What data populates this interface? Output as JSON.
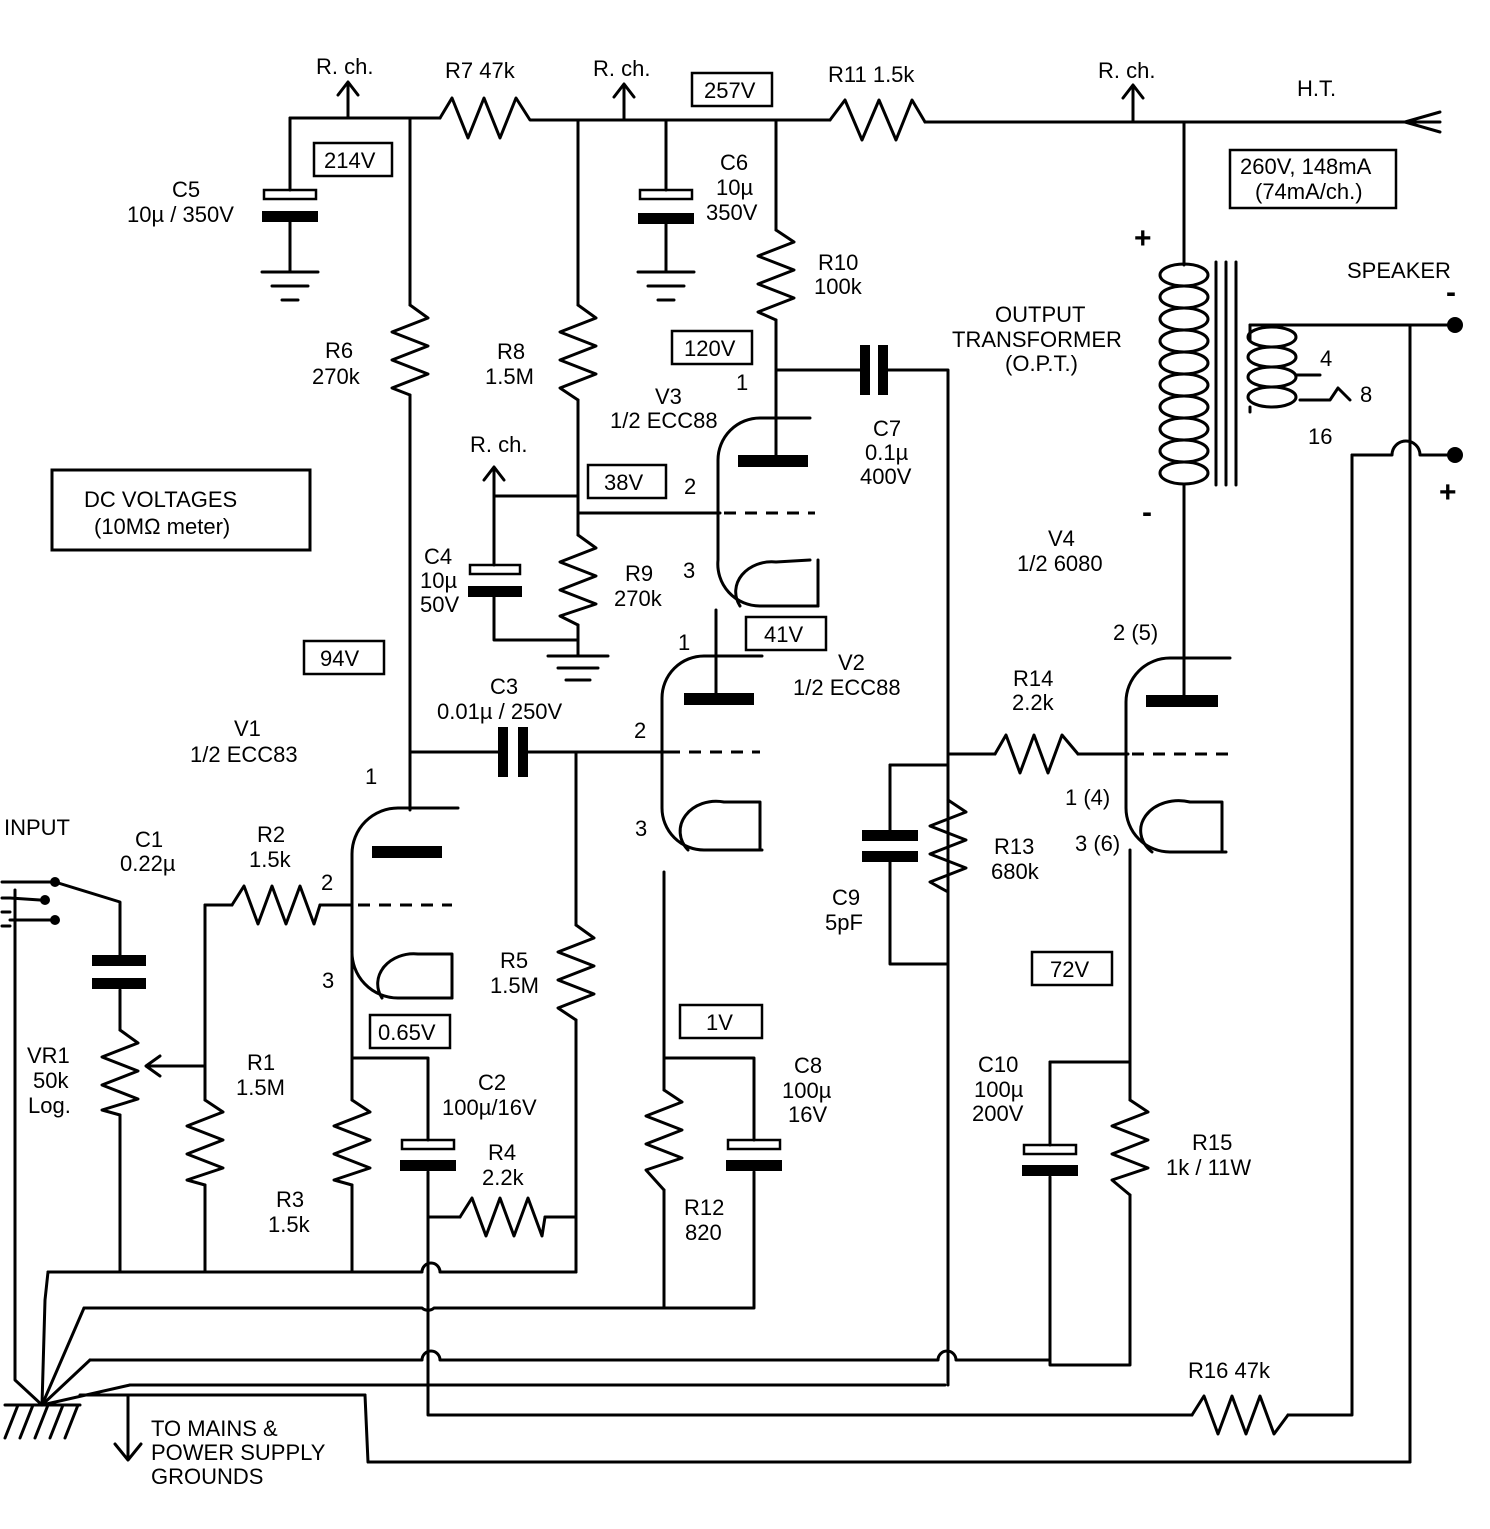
{
  "labels": {
    "rch1": "R. ch.",
    "rch2": "R. ch.",
    "rch3": "R. ch.",
    "rch4": "R. ch.",
    "ht": "H.T.",
    "r7": "R7  47k",
    "r11": "R11  1.5k",
    "c5_name": "C5",
    "c5_val": "10µ / 350V",
    "c6_name": "C6",
    "c6_val1": "10µ",
    "c6_val2": "350V",
    "r10_name": "R10",
    "r10_val": "100k",
    "r6_name": "R6",
    "r6_val": "270k",
    "r8_name": "R8",
    "r8_val": "1.5M",
    "v3_name": "V3",
    "v3_type": "1/2 ECC88",
    "c7_name": "C7",
    "c7_val1": "0.1µ",
    "c7_val2": "400V",
    "opt1": "OUTPUT",
    "opt2": "TRANSFORMER",
    "opt3": "(O.P.T.)",
    "speaker": "SPEAKER",
    "tap4": "4",
    "tap8": "8",
    "tap16": "16",
    "dc_title": "DC VOLTAGES",
    "dc_sub": "(10MΩ meter)",
    "c4_name": "C4",
    "c4_val1": "10µ",
    "c4_val2": "50V",
    "r9_name": "R9",
    "r9_val": "270k",
    "v4_name": "V4",
    "v4_type": "1/2 6080",
    "v2_name": "V2",
    "v2_type": "1/2 ECC88",
    "c3_name": "C3",
    "c3_val": "0.01µ / 250V",
    "v1_name": "V1",
    "v1_type": "1/2 ECC83",
    "r14_name": "R14",
    "r14_val": "2.2k",
    "input": "INPUT",
    "c1_name": "C1",
    "c1_val": "0.22µ",
    "r2_name": "R2",
    "r2_val": "1.5k",
    "r13_name": "R13",
    "r13_val": "680k",
    "c9_name": "C9",
    "c9_val": "5pF",
    "r5_name": "R5",
    "r5_val": "1.5M",
    "vr1_name": "VR1",
    "vr1_val": "50k",
    "vr1_taper": "Log.",
    "r1_name": "R1",
    "r1_val": "1.5M",
    "c2_name": "C2",
    "c2_val": "100µ/16V",
    "c8_name": "C8",
    "c8_val1": "100µ",
    "c8_val2": "16V",
    "c10_name": "C10",
    "c10_val1": "100µ",
    "c10_val2": "200V",
    "r15_name": "R15",
    "r15_val": "1k / 11W",
    "r4_name": "R4",
    "r4_val": "2.2k",
    "r3_name": "R3",
    "r3_val": "1.5k",
    "r12_name": "R12",
    "r12_val": "820",
    "r16": "R16  47k",
    "gnd1": "TO MAINS &",
    "gnd2": "POWER SUPPLY",
    "gnd3": "GROUNDS",
    "plus": "+",
    "minus": "-"
  },
  "pins": {
    "v3_p": "1",
    "v3_g": "2",
    "v3_k": "3",
    "v2_p": "1",
    "v2_g": "2",
    "v2_k": "3",
    "v1_p": "1",
    "v1_g": "2",
    "v1_k": "3",
    "v4_p": "2 (5)",
    "v4_g": "1 (4)",
    "v4_k": "3 (6)"
  },
  "voltages": {
    "v214": "214V",
    "v257": "257V",
    "v260": "260V, 148mA",
    "v260b": "(74mA/ch.)",
    "v120": "120V",
    "v38": "38V",
    "v41": "41V",
    "v94": "94V",
    "v072": "72V",
    "v065": "0.65V",
    "v1": "1V"
  }
}
